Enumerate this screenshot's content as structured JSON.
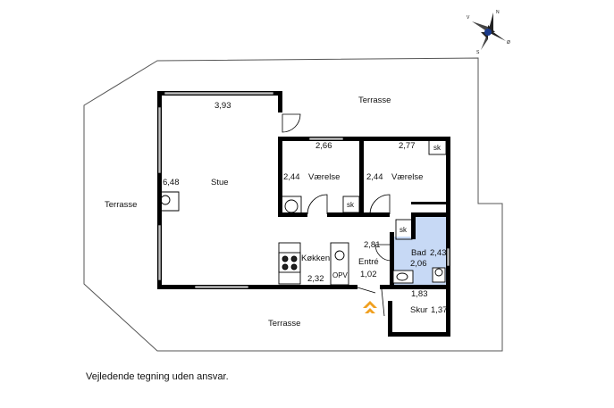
{
  "compass": {
    "n": "N",
    "s": "S",
    "v": "V",
    "o": "Ø"
  },
  "rooms": {
    "stue": {
      "name": "Stue",
      "width": "3,93",
      "depth": "6,48"
    },
    "vaerelse1": {
      "name": "Værelse",
      "width": "2,66",
      "depth": "2,44"
    },
    "vaerelse2": {
      "name": "Værelse",
      "width": "2,77",
      "depth": "2,44"
    },
    "koekken": {
      "name": "Køkken",
      "width": "2,32"
    },
    "entre": {
      "name": "Entré",
      "width": "2,81",
      "depth": "1,02"
    },
    "bad": {
      "name": "Bad",
      "width": "2,43",
      "depth": "2,06"
    },
    "skur": {
      "name": "Skur",
      "width": "1,83",
      "depth": "1,37"
    }
  },
  "terraces": {
    "north": "Terrasse",
    "west": "Terrasse",
    "south": "Terrasse"
  },
  "labels": {
    "sk": "sk",
    "opv": "OPV"
  },
  "disclaimer": "Vejledende tegning uden ansvar.",
  "colors": {
    "wall": "#000000",
    "window": "#bfbfbf",
    "bath": "#c7d9f5",
    "entrance_arrow": "#f0a020",
    "outline": "#555555"
  }
}
